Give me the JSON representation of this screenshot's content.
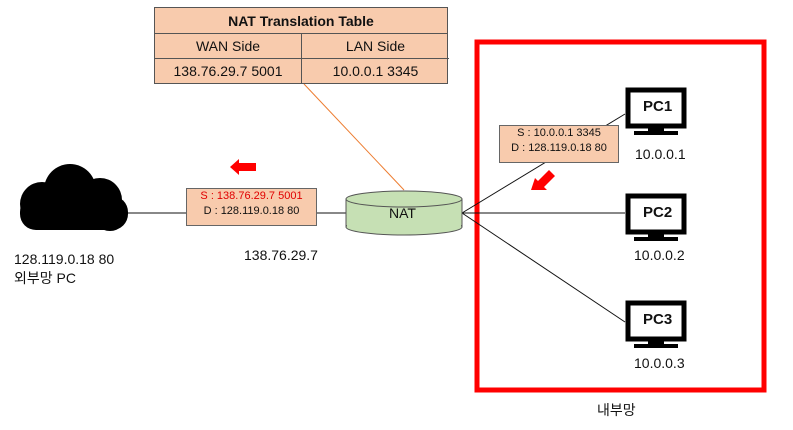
{
  "nat_table": {
    "title": "NAT Translation Table",
    "col_wan": "WAN Side",
    "col_lan": "LAN Side",
    "wan_value": "138.76.29.7 5001",
    "lan_value": "10.0.0.1 3345"
  },
  "router": {
    "label": "NAT",
    "wan_ip": "138.76.29.7"
  },
  "external_pc": {
    "ip_port": "128.119.0.18 80",
    "label": "외부망 PC"
  },
  "packet_out": {
    "src": "S : 138.76.29.7 5001",
    "dst": "D : 128.119.0.18 80"
  },
  "packet_in": {
    "src": "S : 10.0.0.1 3345",
    "dst": "D : 128.119.0.18 80"
  },
  "pcs": [
    {
      "name": "PC1",
      "ip": "10.0.0.1"
    },
    {
      "name": "PC2",
      "ip": "10.0.0.2"
    },
    {
      "name": "PC3",
      "ip": "10.0.0.3"
    }
  ],
  "internal_network_label": "내부망",
  "colors": {
    "packet_fill": "#f8cbad",
    "router_fill": "#c6e0b4",
    "boundary": "#ff0000",
    "arrow": "#ff0000",
    "link_to_table": "#ed7d31"
  }
}
